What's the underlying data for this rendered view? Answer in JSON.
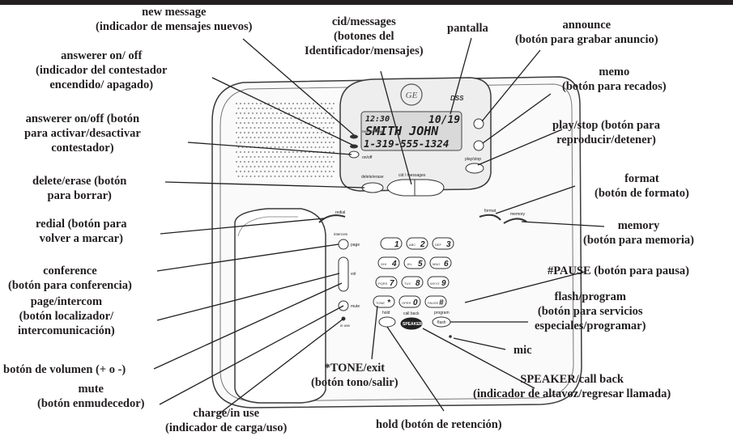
{
  "colors": {
    "ink": "#231f20",
    "leader": "#231f20",
    "phone_outline": "#3a3a3a",
    "panel_fill": "#eeeeee",
    "lcd_fill": "#d9d9d9"
  },
  "display": {
    "line1_left": "12:30",
    "line1_right": "10/19",
    "line2": "SMITH JOHN",
    "line3": "1-319-555-1324"
  },
  "phone": {
    "brand_logo": "GE",
    "badge": "DSS",
    "mini_labels": {
      "new_message": "new message",
      "answerer_on_off": "on/off",
      "delete_erase": "delete/erase",
      "cid_messages": "cid / messages",
      "play_stop": "play/stop",
      "redial": "redial",
      "format": "format",
      "memory": "memory",
      "intercom": "intercom",
      "page": "page",
      "vol": "vol",
      "mute": "mute",
      "hold": "hold",
      "call_back": "call back",
      "program": "program",
      "flash": "flash",
      "in_use": "in use",
      "speaker": "SPEAKER"
    },
    "keypad": [
      {
        "digit": "1",
        "letters": ""
      },
      {
        "digit": "2",
        "letters": "ABC"
      },
      {
        "digit": "3",
        "letters": "DEF"
      },
      {
        "digit": "4",
        "letters": "GHI"
      },
      {
        "digit": "5",
        "letters": "JKL"
      },
      {
        "digit": "6",
        "letters": "MNO"
      },
      {
        "digit": "7",
        "letters": "PQRS"
      },
      {
        "digit": "8",
        "letters": "TUV"
      },
      {
        "digit": "9",
        "letters": "WXYZ"
      },
      {
        "digit": "*",
        "letters": "TONE"
      },
      {
        "digit": "0",
        "letters": "OPER"
      },
      {
        "digit": "#",
        "letters": "PAUSE"
      }
    ]
  },
  "labels": [
    {
      "id": "new-message",
      "lines": [
        "new message",
        "(indicador de mensajes nuevos)"
      ]
    },
    {
      "id": "answerer-indicator",
      "lines": [
        "answerer on/ off",
        "(indicador del contestador",
        "encendido/ apagado)"
      ]
    },
    {
      "id": "answerer-button",
      "lines": [
        "answerer on/off (botón",
        "para activar/desactivar",
        "contestador)"
      ]
    },
    {
      "id": "delete-erase",
      "lines": [
        "delete/erase (botón",
        "para borrar)"
      ]
    },
    {
      "id": "redial",
      "lines": [
        "redial (botón para",
        "volver a marcar)"
      ]
    },
    {
      "id": "conference",
      "lines": [
        "conference",
        "(botón para conferencia)"
      ]
    },
    {
      "id": "page-intercom",
      "lines": [
        "page/intercom",
        "(botón localizador/",
        "intercomunicación)"
      ]
    },
    {
      "id": "volume",
      "lines": [
        "botón de volumen (+ o -)"
      ]
    },
    {
      "id": "mute",
      "lines": [
        "mute",
        "(botón enmudecedor)"
      ]
    },
    {
      "id": "cid-messages",
      "lines": [
        "cid/messages",
        "(botones del",
        "Identificador/mensajes)"
      ]
    },
    {
      "id": "pantalla",
      "lines": [
        "pantalla"
      ]
    },
    {
      "id": "announce",
      "lines": [
        "announce",
        "(botón para grabar anuncio)"
      ]
    },
    {
      "id": "memo",
      "lines": [
        "memo",
        "(botón para recados)"
      ]
    },
    {
      "id": "play-stop",
      "lines": [
        "play/stop (botón para",
        "reproducir/detener)"
      ]
    },
    {
      "id": "format",
      "lines": [
        "format",
        "(botón de formato)"
      ]
    },
    {
      "id": "memory",
      "lines": [
        "memory",
        "(botón para memoria)"
      ]
    },
    {
      "id": "pause",
      "lines": [
        "#PAUSE (botón para pausa)"
      ]
    },
    {
      "id": "flash-program",
      "lines": [
        "flash/program",
        "(botón para servicios",
        "especiales/programar)"
      ]
    },
    {
      "id": "mic",
      "lines": [
        "mic"
      ]
    },
    {
      "id": "tone-exit",
      "lines": [
        "*TONE/exit",
        "(botón tono/salir)"
      ]
    },
    {
      "id": "speaker-callback",
      "lines": [
        "SPEAKER/call back",
        "(indicador de altavoz/regresar llamada)"
      ]
    },
    {
      "id": "charge-in-use",
      "lines": [
        "charge/in use",
        "(indicador de carga/uso)"
      ]
    },
    {
      "id": "hold",
      "lines": [
        "hold (botón de retención)"
      ]
    }
  ]
}
